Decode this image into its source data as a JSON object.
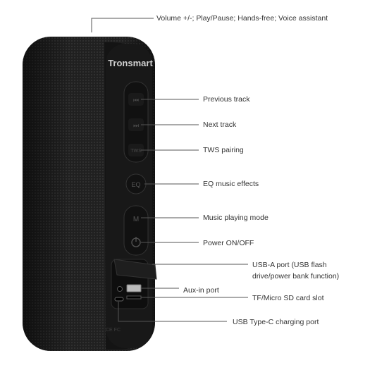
{
  "brand": "Tronsmart",
  "callouts": {
    "volume": "Volume +/-; Play/Pause; Hands-free; Voice assistant",
    "previous": "Previous track",
    "next": "Next track",
    "tws": "TWS pairing",
    "eq": "EQ music effects",
    "mode": "Music playing mode",
    "power": "Power ON/OFF",
    "usb_a": "USB-A port (USB flash drive/power bank function)",
    "aux": "Aux-in port",
    "tf": "TF/Micro SD card slot",
    "usb_c": "USB Type-C charging port"
  },
  "buttons": {
    "eq": "EQ",
    "mode": "M",
    "tws": "TWS"
  },
  "marks": "CE FC",
  "colors": {
    "body": "#1c1c1c",
    "panel": "#151515",
    "text": "#333333"
  }
}
